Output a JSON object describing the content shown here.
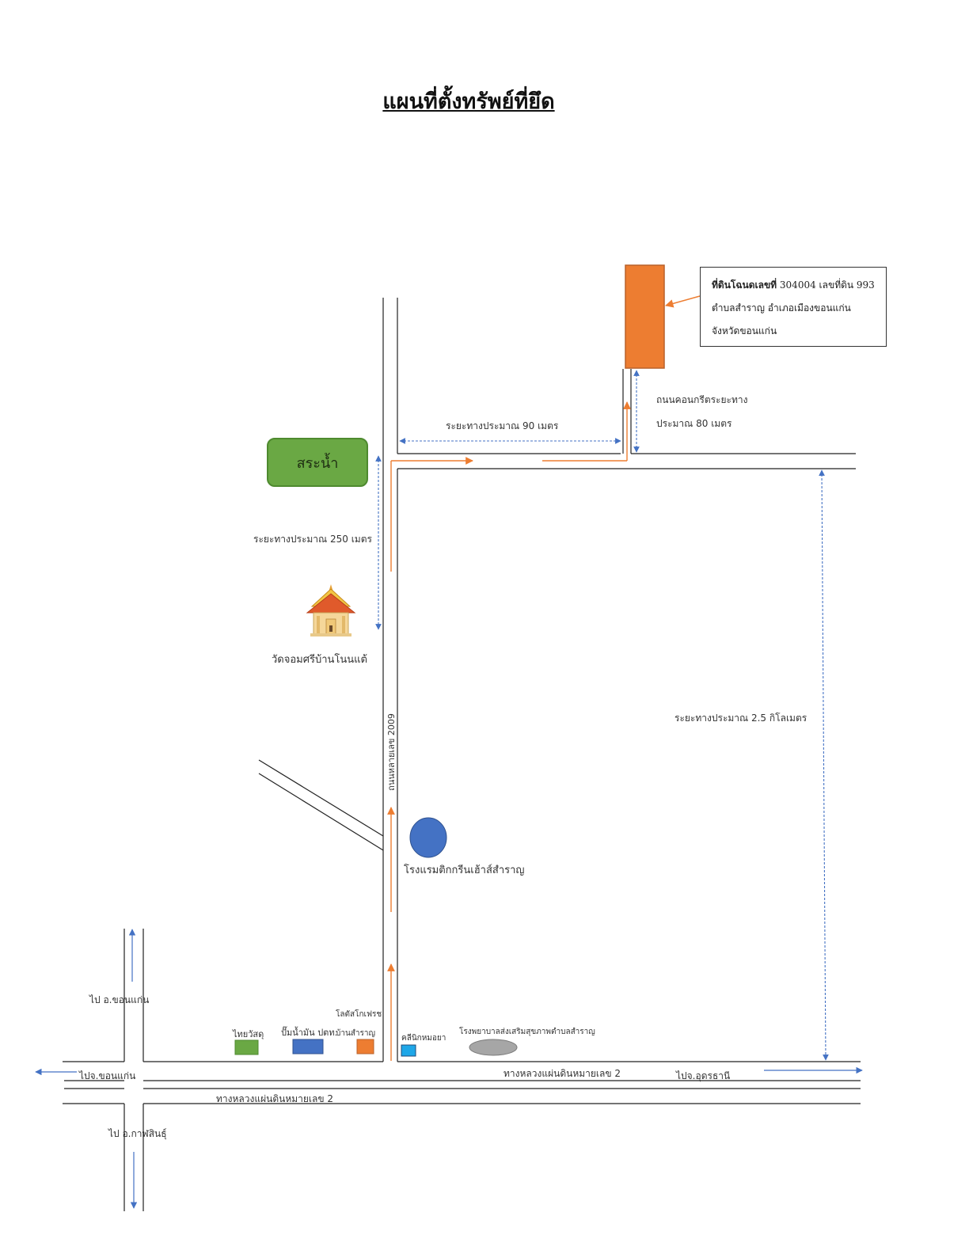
{
  "title": "แผนที่ตั้งทรัพย์ที่ยึด",
  "property_box": {
    "line1_bold": "ที่ดินโฉนดเลขที่",
    "line1_rest": " 304004 เลขที่ดิน 993",
    "line2": "ตำบลสำราญ  อำเภอเมืองขอนแก่น",
    "line3": "จังหวัดขอนแก่น"
  },
  "labels": {
    "distance_90": "ระยะทางประมาณ 90 เมตร",
    "concrete_road_line1": "ถนนคอนกรีตระยะทาง",
    "concrete_road_line2": "ประมาณ 80 เมตร",
    "pond": "สระน้ำ",
    "distance_250": "ระยะทางประมาณ 250 เมตร",
    "temple": "วัดจอมศรีบ้านโนนแต้",
    "distance_2_5": "ระยะทางประมาณ 2.5 กิโลเมตร",
    "road_2009": "ถนนหลายเลข 2009",
    "hotel": "โรงแรมติกกรีนเฮ้าส์สำราญ",
    "to_khonkaen_district": "ไป อ.ขอนแก่น",
    "thai_watsadu": "ไทยวัสดุ",
    "ptt": "ปั๊มน้ำมัน ปตท.",
    "lotus_line1": "โลตัสโกเฟรช",
    "lotus_line2": "บ้านสำราญ",
    "clinic": "คลีนิกหมอยา",
    "hospital": "โรงพยาบาลส่งเสริมสุขภาพตำบลสำราญ",
    "to_khonkaen_province": "ไปจ.ขอนแก่น",
    "highway_2_upper": "ทางหลวงแผ่นดินหมายเลข 2",
    "to_udon": "ไปจ.อุดรธานี",
    "highway_2_lower": "ทางหลวงแผ่นดินหมายเลข 2",
    "to_kalasin": "ไป อ.กาฬสินธุ์"
  },
  "colors": {
    "road": "#222222",
    "route_arrow": "#ed7d31",
    "distance_arrow": "#4472c4",
    "land_plot": "#ed7d31",
    "pond": "#6aa844",
    "hotel_marker": "#4472c4",
    "thai_watsadu_marker": "#6aa844",
    "ptt_marker": "#4472c4",
    "lotus_marker": "#ed7d31",
    "clinic_marker": "#1ea7e8",
    "hospital_marker": "#a6a6a6"
  },
  "icons": {
    "temple": "temple-icon"
  }
}
